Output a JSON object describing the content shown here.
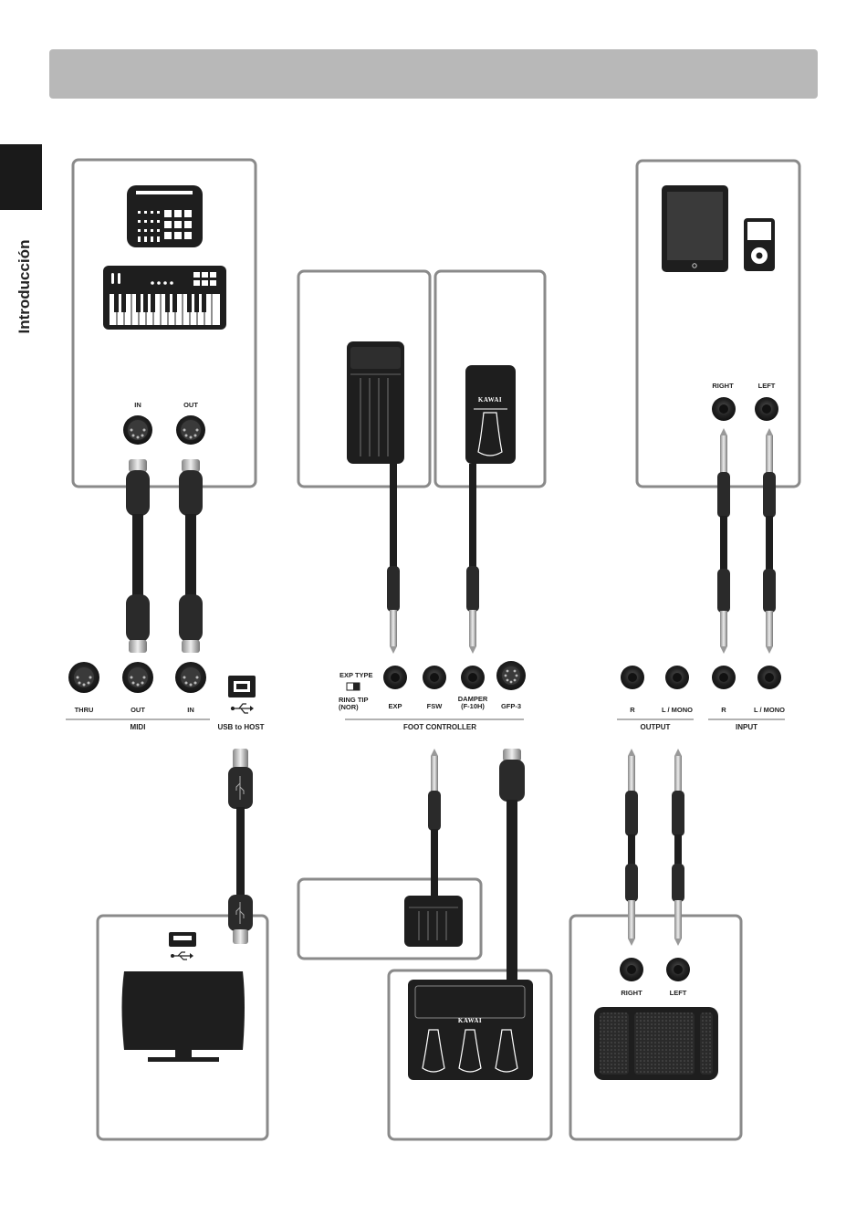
{
  "page": {
    "side_label": "Introducción"
  },
  "device_a": {
    "in_label": "IN",
    "out_label": "OUT"
  },
  "audio_player": {
    "right_label": "RIGHT",
    "left_label": "LEFT"
  },
  "pedal": {
    "brand": "KAWAI"
  },
  "panel": {
    "midi_thru": "THRU",
    "midi_out": "OUT",
    "midi_in": "IN",
    "midi_group": "MIDI",
    "usb_label": "USB to HOST",
    "exp_type": "EXP TYPE",
    "exp_switch_ring_tip": "RING   TIP",
    "exp_switch_nor": "(NOR)",
    "exp": "EXP",
    "fsw": "FSW",
    "damper_1": "DAMPER",
    "damper_2": "(F-10H)",
    "gfp3": "GFP-3",
    "foot_group": "FOOT CONTROLLER",
    "out_r": "R",
    "out_l": "L / MONO",
    "output_group": "OUTPUT",
    "in_r": "R",
    "in_l": "L / MONO",
    "input_group": "INPUT"
  },
  "speaker": {
    "right_label": "RIGHT",
    "left_label": "LEFT"
  },
  "gfp3_unit": {
    "brand": "KAWAI"
  }
}
